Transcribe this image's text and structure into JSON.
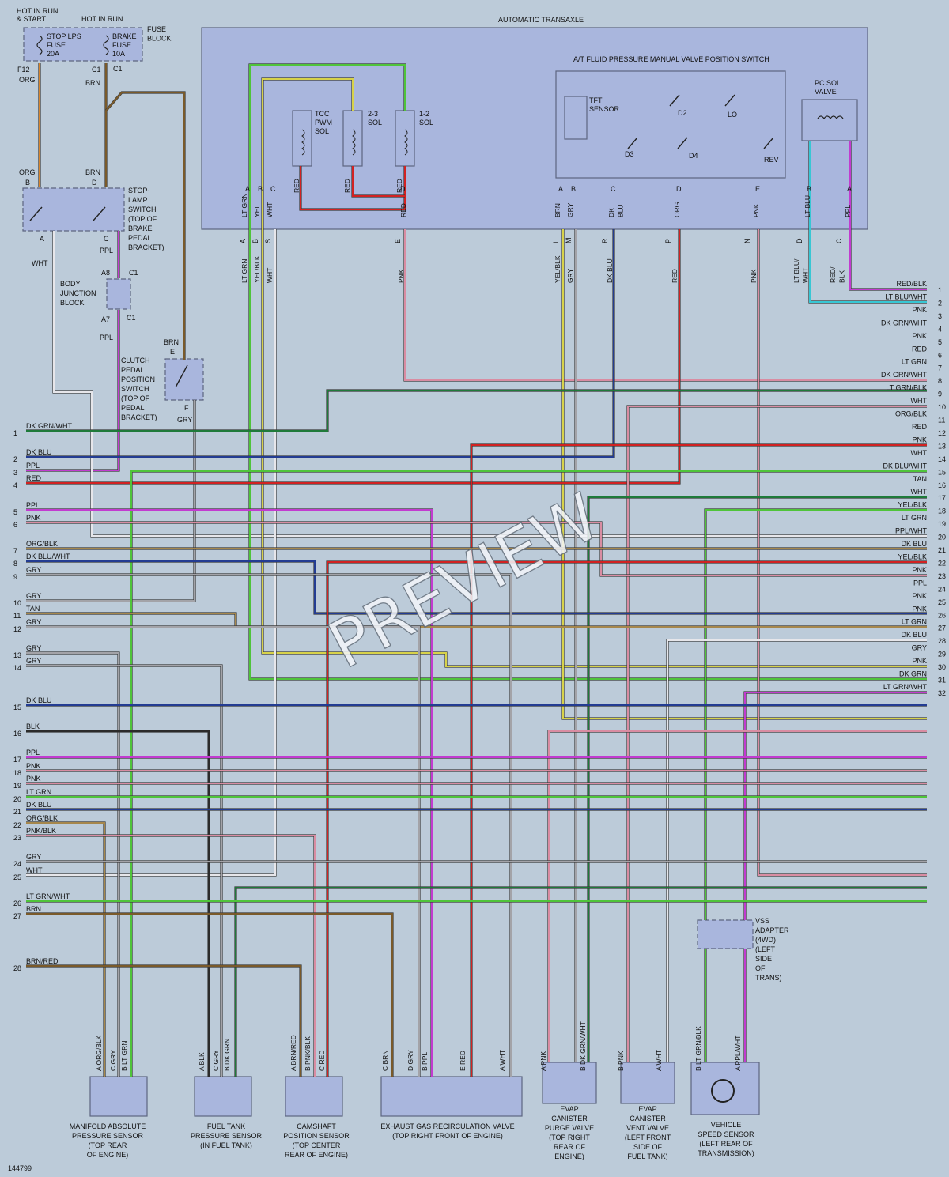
{
  "watermark": "PREVIEW",
  "figure_id": "144799",
  "colors": {
    "background": "#bccbd9",
    "component_fill": "#a9b6dd",
    "component_edge": "#5d6580",
    "wire_outline": "#3a3a3a",
    "wire_colors": {
      "ORG": "#d9862e",
      "BRN": "#7a5a2a",
      "WHT": "#e6e6ea",
      "PPL": "#c23bd0",
      "PNK": "#d98ca2",
      "RED": "#d22222",
      "DK BLU": "#233c92",
      "LT BLU": "#38c7d4",
      "YEL": "#d7d24a",
      "LT GRN": "#4fc43a",
      "DK GRN": "#1f7a3a",
      "GRY": "#a3a3a8",
      "TAN": "#a6874c",
      "BLK": "#2b2b2b"
    }
  },
  "top": {
    "hot_run_start": "HOT IN RUN\n& START",
    "hot_run": "HOT IN RUN",
    "fuse_block": "FUSE\nBLOCK",
    "stop_lps_fuse": "STOP LPS\nFUSE\n20A",
    "brake_fuse": "BRAKE\nFUSE\n10A",
    "f12": "F12",
    "c1": "C1",
    "c1_underlined": "C1",
    "stop_lamp_switch": "STOP-\nLAMP\nSWITCH\n(TOP OF\nBRAKE\nPEDAL\nBRACKET)",
    "body_junction_block": "BODY\nJUNCTION\nBLOCK",
    "a8": "A8",
    "a7": "A7",
    "clutch_switch": "CLUTCH\nPEDAL\nPOSITION\nSWITCH\n(TOP OF\nPEDAL\nBRACKET)",
    "pins_b": "B",
    "pins_d": "D",
    "pins_a": "A",
    "pins_c": "C",
    "pins_e": "E",
    "pins_f": "F"
  },
  "transaxle": {
    "title": "AUTOMATIC TRANSAXLE",
    "manual_valve_switch": "A/T FLUID PRESSURE MANUAL VALVE POSITION SWITCH",
    "tcc_sol": "TCC\nPWM\nSOL",
    "sol_23": "2-3\nSOL",
    "sol_12": "1-2\nSOL",
    "tft_sensor": "TFT\nSENSOR",
    "pc_sol_valve": "PC SOL\nVALVE",
    "d2": "D2",
    "lo": "LO",
    "d3": "D3",
    "d4": "D4",
    "rev": "REV",
    "connector_pins": [
      "A",
      "B",
      "C",
      "D",
      "E",
      "A",
      "B",
      "C",
      "D",
      "E",
      "B",
      "A"
    ],
    "inner_wire_labels": [
      "LT GRN",
      "YEL",
      "WHT",
      "RED",
      "RED",
      "RED",
      "RED",
      "BRN",
      "GRY",
      "DK\nBLU",
      "ORG",
      "PNK",
      "LT BLU",
      "PPL"
    ],
    "outer_pins": [
      "A",
      "B",
      "S",
      "E",
      "L",
      "M",
      "R",
      "P",
      "N",
      "D",
      "C"
    ],
    "outer_wire_labels": [
      "LT GRN",
      "YEL/BLK",
      "WHT",
      "PNK",
      "YEL/BLK",
      "GRY",
      "DK BLU",
      "RED",
      "PNK",
      "LT BLU/\nWHT",
      "RED/\nBLK"
    ]
  },
  "left_rows": [
    {
      "n": "1",
      "label": "DK GRN/WHT"
    },
    {
      "n": "2",
      "label": "DK BLU"
    },
    {
      "n": "3",
      "label": "PPL"
    },
    {
      "n": "4",
      "label": "RED"
    },
    {
      "n": "5",
      "label": "PPL"
    },
    {
      "n": "6",
      "label": "PNK"
    },
    {
      "n": "7",
      "label": "ORG/BLK"
    },
    {
      "n": "8",
      "label": "DK BLU/WHT"
    },
    {
      "n": "9",
      "label": "GRY"
    },
    {
      "n": "10",
      "label": "GRY"
    },
    {
      "n": "11",
      "label": "TAN"
    },
    {
      "n": "12",
      "label": "GRY"
    },
    {
      "n": "13",
      "label": "GRY"
    },
    {
      "n": "14",
      "label": "GRY"
    },
    {
      "n": "15",
      "label": "DK BLU"
    },
    {
      "n": "16",
      "label": "BLK"
    },
    {
      "n": "17",
      "label": "PPL"
    },
    {
      "n": "18",
      "label": "PNK"
    },
    {
      "n": "19",
      "label": "PNK"
    },
    {
      "n": "20",
      "label": "LT GRN"
    },
    {
      "n": "21",
      "label": "DK BLU"
    },
    {
      "n": "22",
      "label": "ORG/BLK"
    },
    {
      "n": "23",
      "label": "PNK/BLK"
    },
    {
      "n": "24",
      "label": "GRY"
    },
    {
      "n": "25",
      "label": "WHT"
    },
    {
      "n": "26",
      "label": "LT GRN/WHT"
    },
    {
      "n": "27",
      "label": "BRN"
    },
    {
      "n": "28",
      "label": "BRN/RED"
    }
  ],
  "right_rows": [
    {
      "n": "1",
      "label": "RED/BLK"
    },
    {
      "n": "2",
      "label": "LT BLU/WHT"
    },
    {
      "n": "3",
      "label": "PNK"
    },
    {
      "n": "4",
      "label": "DK GRN/WHT"
    },
    {
      "n": "5",
      "label": "PNK"
    },
    {
      "n": "6",
      "label": "RED"
    },
    {
      "n": "7",
      "label": "LT GRN"
    },
    {
      "n": "8",
      "label": "DK GRN/WHT"
    },
    {
      "n": "9",
      "label": "LT GRN/BLK"
    },
    {
      "n": "10",
      "label": "WHT"
    },
    {
      "n": "11",
      "label": "ORG/BLK"
    },
    {
      "n": "12",
      "label": "RED"
    },
    {
      "n": "13",
      "label": "PNK"
    },
    {
      "n": "14",
      "label": "WHT"
    },
    {
      "n": "15",
      "label": "DK BLU/WHT"
    },
    {
      "n": "16",
      "label": "TAN"
    },
    {
      "n": "17",
      "label": "WHT"
    },
    {
      "n": "18",
      "label": "YEL/BLK"
    },
    {
      "n": "19",
      "label": "LT GRN"
    },
    {
      "n": "20",
      "label": "PPL/WHT"
    },
    {
      "n": "21",
      "label": "DK BLU"
    },
    {
      "n": "22",
      "label": "YEL/BLK"
    },
    {
      "n": "23",
      "label": "PNK"
    },
    {
      "n": "24",
      "label": "PPL"
    },
    {
      "n": "25",
      "label": "PNK"
    },
    {
      "n": "26",
      "label": "PNK"
    },
    {
      "n": "27",
      "label": "LT GRN"
    },
    {
      "n": "28",
      "label": "DK BLU"
    },
    {
      "n": "29",
      "label": "GRY"
    },
    {
      "n": "30",
      "label": "PNK"
    },
    {
      "n": "31",
      "label": "DK GRN"
    },
    {
      "n": "32",
      "label": "LT GRN/WHT"
    }
  ],
  "misc_labels": {
    "org": "ORG",
    "brn": "BRN",
    "wht": "WHT",
    "ppl": "PPL",
    "gry": "GRY",
    "brn2": "BRN"
  },
  "vss_adapter": "VSS\nADAPTER\n(4WD)\n(LEFT\nSIDE\nOF\nTRANS)",
  "bottom_components": [
    {
      "name": "MANIFOLD ABSOLUTE\nPRESSURE SENSOR\n(TOP REAR\nOF ENGINE)",
      "pins": [
        "A ORG/BLK",
        "C GRY",
        "B LT GRN"
      ]
    },
    {
      "name": "FUEL TANK\nPRESSURE SENSOR\n(IN FUEL TANK)",
      "pins": [
        "A BLK",
        "C GRY",
        "B DK GRN"
      ]
    },
    {
      "name": "CAMSHAFT\nPOSITION SENSOR\n(TOP CENTER\nREAR OF ENGINE)",
      "pins": [
        "A BRN/RED",
        "B PNK/BLK",
        "C RED"
      ]
    },
    {
      "name": "EXHAUST GAS RECIRCULATION VALVE\n(TOP RIGHT FRONT OF ENGINE)",
      "pins": [
        "C BRN",
        "D GRY",
        "B PPL",
        "E RED",
        "A WHT"
      ]
    },
    {
      "name": "EVAP\nCANISTER\nPURGE VALVE\n(TOP RIGHT\nREAR OF\nENGINE)",
      "pins": [
        "A PNK",
        "B DK GRN/WHT"
      ]
    },
    {
      "name": "EVAP\nCANISTER\nVENT VALVE\n(LEFT FRONT\nSIDE OF\nFUEL TANK)",
      "pins": [
        "B PNK",
        "A WHT"
      ]
    },
    {
      "name": "VEHICLE\nSPEED SENSOR\n(LEFT REAR OF\nTRANSMISSION)",
      "pins": [
        "B LT GRN/BLK",
        "A PPL/WHT"
      ]
    }
  ]
}
